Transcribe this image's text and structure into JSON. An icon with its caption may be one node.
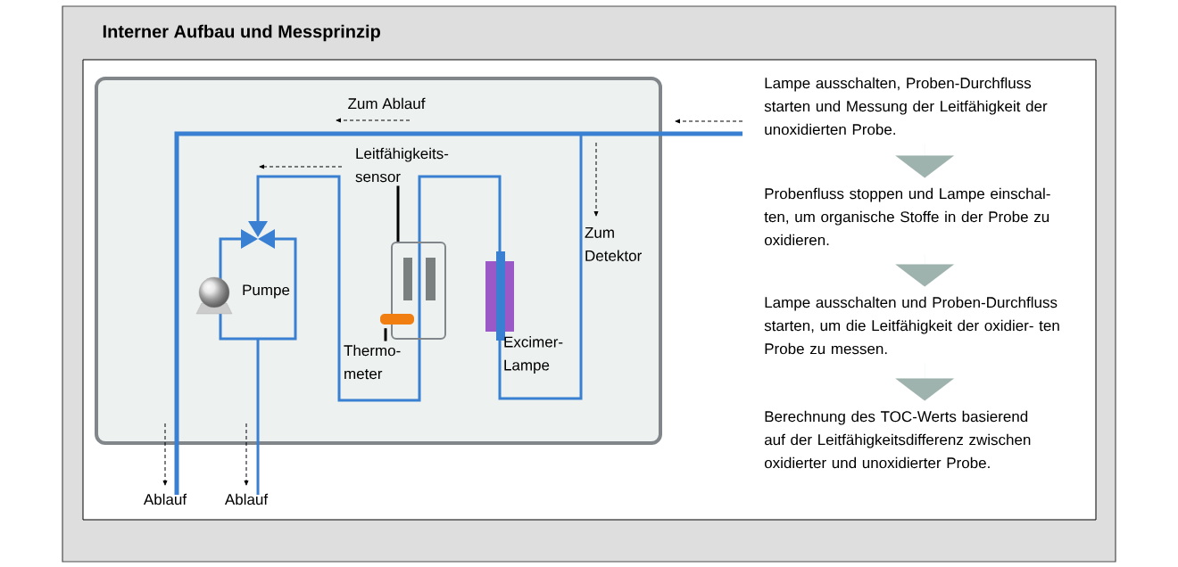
{
  "diagram": {
    "title": "Interner Aufbau und Messprinzip",
    "nodes": [
      {
        "text": [
          "Lampe ausschalten, Proben-Durchfluss starten und Messung der Leitfähigkeit der unoxidierten Probe."
        ]
      },
      {
        "text": [
          "Probenfluss stoppen und Lampe einschal- ten, um organische Stoffe in der Probe zu oxidieren."
        ]
      },
      {
        "text": [
          "Lampe ausschalten und Proben-Durchfluss starten, um die Leitfähigkeit der oxidier- ten Probe zu messen."
        ]
      },
      {
        "text": [
          "Berechnung des TOC-Werts basierend auf der Leitfähigkeitsdifferenz zwischen oxidierter und unoxidierter Probe."
        ]
      },
      {
        "text": [
          "Leitfähigkeits- sensor"
        ]
      },
      {
        "text": [],
        "shape": "box"
      },
      {
        "text": [
          "Thermo- meter"
        ]
      },
      {
        "text": [],
        "shape": "bar"
      }
    ],
    "edges": [
      {
        "from": 0,
        "to": 1,
        "arrow": "to"
      },
      {
        "from": 1,
        "to": 2,
        "arrow": "to"
      },
      {
        "from": 2,
        "to": 3,
        "arrow": "to"
      },
      {
        "from": 4,
        "to": 5,
        "arrow": "none",
        "style": "thick",
        "color": "#000000"
      },
      {
        "from": 6,
        "to": 7,
        "arrow": "none",
        "style": "thick",
        "color": "#000000"
      }
    ],
    "labels": [
      "Zum Ablauf",
      "Zum Detektor",
      "Pumpe",
      "Excimer- Lampe",
      "Ablauf",
      "Ablauf"
    ]
  }
}
